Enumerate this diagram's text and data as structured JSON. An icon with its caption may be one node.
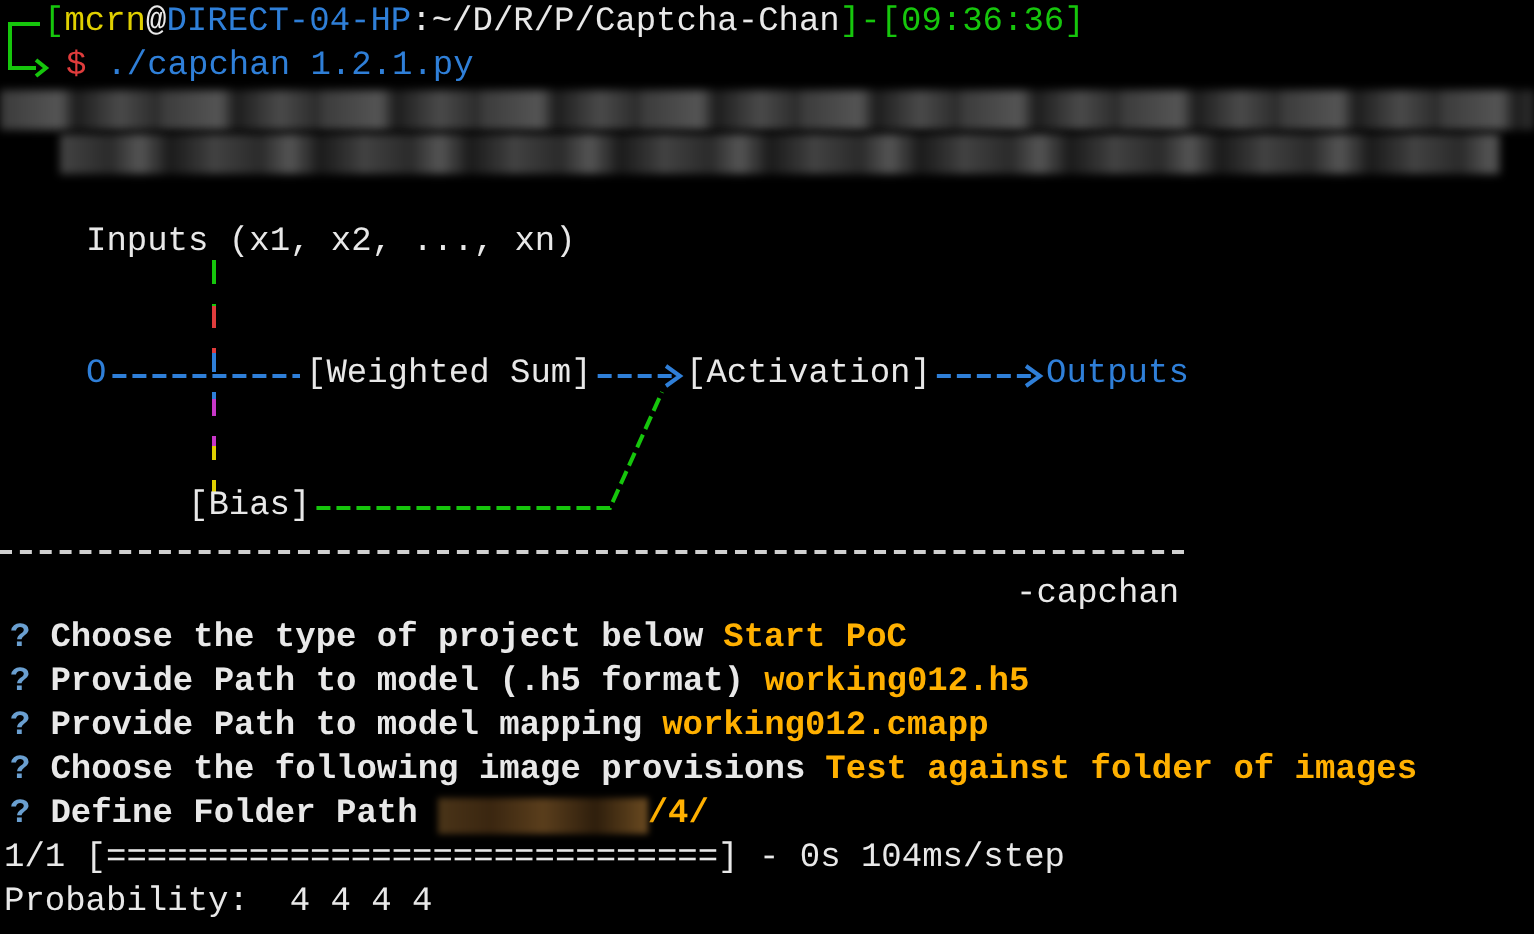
{
  "diagram": {
    "nodes": [
      {
        "text": [
          "Inputs (x1, x2, ..., xn)"
        ]
      },
      {
        "text": [
          "O"
        ]
      },
      {
        "text": [
          "[Weighted Sum]"
        ]
      },
      {
        "text": [
          "[Activation]"
        ]
      },
      {
        "text": [
          "Outputs"
        ]
      },
      {
        "text": [
          "[Bias]"
        ]
      }
    ],
    "edges": [
      {
        "from": 0,
        "to": 5,
        "arrow": "none"
      },
      {
        "from": 1,
        "to": 2,
        "arrow": "none"
      },
      {
        "from": 2,
        "to": 3,
        "arrow": "to"
      },
      {
        "from": 3,
        "to": 4,
        "arrow": "to"
      },
      {
        "from": 5,
        "to": 3,
        "arrow": "none",
        "color": "#16c60c"
      }
    ],
    "labels": [
      "[",
      "mcrn",
      "@",
      "DIRECT-04-HP",
      ":~/D/R/P/Captcha-Chan",
      "]-[09:36:36]",
      "$",
      "./capchan 1.2.1.py",
      "-capchan",
      "?",
      "Choose the type of project below",
      "Start PoC",
      "?",
      "Provide Path to model (.h5 format)",
      "working012.h5",
      "?",
      "Provide Path to model mapping",
      "working012.cmapp",
      "?",
      "Choose the following image provisions",
      "Test against folder of images",
      "?",
      "Define Folder Path",
      "/4/",
      "1/1 [==============================] - 0s 104ms/step",
      "Probability:  4 4 4 4"
    ]
  }
}
